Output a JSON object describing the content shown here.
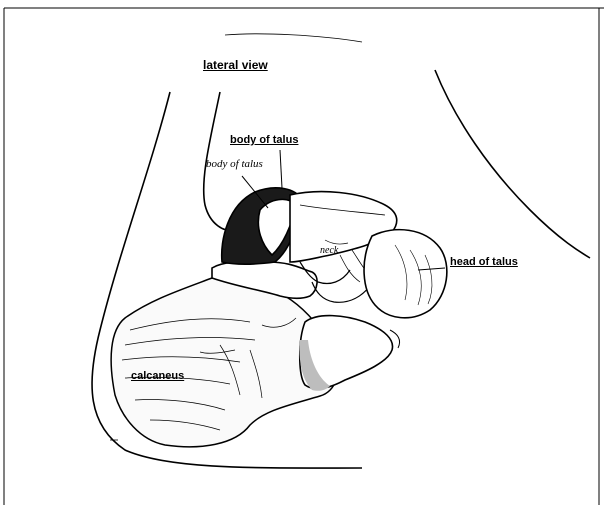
{
  "title": "lateral view",
  "labels": {
    "body_of_talus_printed": "body of talus",
    "body_of_talus_handwritten": "body of talus",
    "neck_handwritten": "neck",
    "head_of_talus": "head of talus",
    "calcaneus": "calcaneus"
  },
  "colors": {
    "line": "#000000",
    "background": "#ffffff"
  }
}
